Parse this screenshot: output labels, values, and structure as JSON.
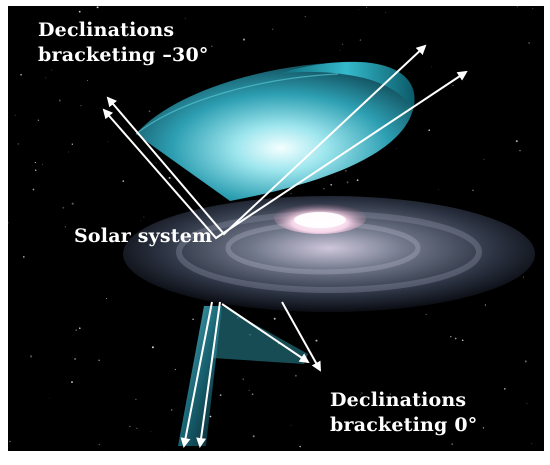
{
  "labels": {
    "top_line1": "Declinations",
    "top_line2": "bracketing –30°",
    "middle": "Solar system",
    "bottom_line1": "Declinations",
    "bottom_line2": "bracketing 0°"
  },
  "colors": {
    "background": "#000000",
    "wedge_cyan": "#3fb8c8",
    "galaxy_core": "#fff6ff",
    "lines": "#ffffff"
  }
}
